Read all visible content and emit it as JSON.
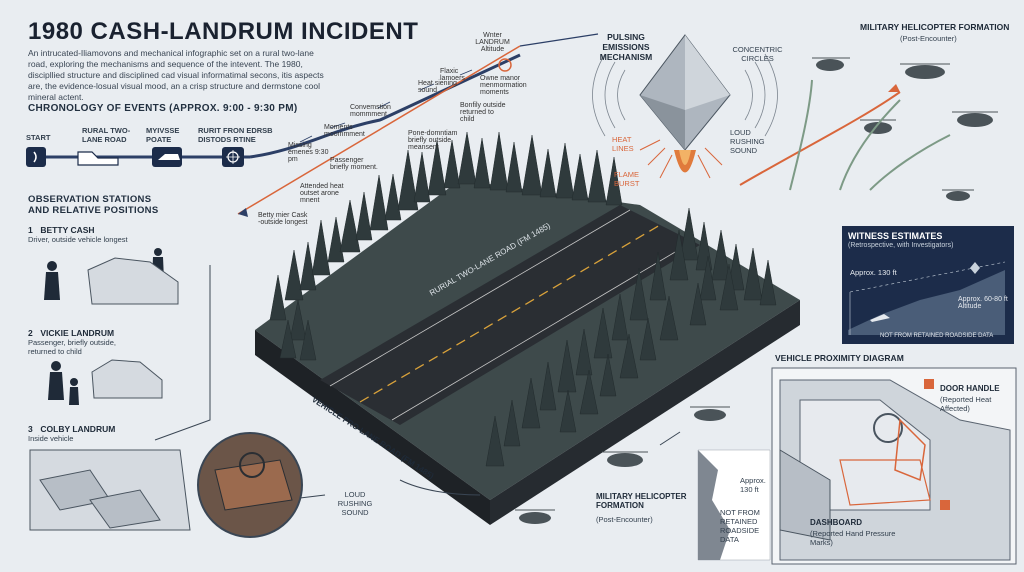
{
  "title": "1980 CASH-LANDRUM INCIDENT",
  "intro": "An intrucated-Iliamovons and mechanical infographic set on a rural two-lane road, exploring the mechanisms and sequence of the intevent. The 1980, discipllied structure and disciplined cad visual informatimal secons, itis aspects are, the evidence-losual visual mood, an a crisp structure and dermstone cool mineral actent.",
  "chronology": {
    "heading": "CHRONOLOGY OF EVENTS (APPROX. 9:00 - 9:30 PM)",
    "stations": [
      "START",
      "RURAL TWO-LANE ROAD",
      "MYIVSSE POATE",
      "RURIT FRON EDRSB DISTODS RTINE"
    ]
  },
  "timeline_labels": {
    "winter": "Wnter LANDRUM Altitude",
    "flaxic": "Flaxic lamoers",
    "heat": "Heat siening sound",
    "owne": "Owne manor menmormation moments",
    "convrn": "Convemstion mommment",
    "bonfily": "Bonfily outside returned to child",
    "moments": "Moments moommment",
    "pone": "Pone-domntiam briefly outside meansent",
    "missing": "Missing emenes 9:30 pm",
    "passenger": "Passenger briefly moment.",
    "attended": "Attended heat outset arone mnent",
    "betty": "Betty mier Cask -outside longest"
  },
  "object": {
    "pulsing": "PULSING EMISSIONS MECHANISM",
    "concentric": "CONCENTRIC CIRCLES",
    "heat_lines": "HEAT LINES",
    "flame": "FLAME BURST",
    "loud": "LOUD RUSHING SOUND"
  },
  "helicopters_top": {
    "title": "MILITARY HELICOPTER FORMATION",
    "sub": "(Post-Encounter)"
  },
  "helicopters_bottom": {
    "title": "MILITARY HELICOPTER FORMATION",
    "sub": "(Post-Encounter)"
  },
  "observation": {
    "heading": "OBSERVATION STATIONS AND RELATIVE POSITIONS",
    "witnesses": [
      {
        "num": "1",
        "name": "BETTY CASH",
        "desc": "Driver, outside vehicle longest"
      },
      {
        "num": "2",
        "name": "VICKIE LANDRUM",
        "desc": "Passenger, briefly outside, returned to child"
      },
      {
        "num": "3",
        "name": "COLBY LANDRUM",
        "desc": "Inside vehicle"
      }
    ]
  },
  "road": {
    "label_top": "RURIAL TWO-LANE ROAD (FM 1485)",
    "label_front": "VEHICLE PRO-LANE ROAD (FM 1485)"
  },
  "loud_sound": "LOUD RUSHING SOUND",
  "witness_estimates": {
    "title": "WITNESS ESTIMATES",
    "sub": "(Retrospective, with Investigators)",
    "approx1": "Approx. 130 ft",
    "approx2": "Approx. 60-80 ft Altitude",
    "footer": "NOT FROM RETAINED ROADSIDE DATA"
  },
  "proximity": {
    "heading": "VEHICLE PROXIMITY DIAGRAM",
    "door": "DOOR HANDLE",
    "door_sub": "(Reported Heat Affected)",
    "dash": "DASHBOARD",
    "dash_sub": "(Reported Hand Pressure Marks)",
    "approx": "Approx. 130 ft",
    "not_from": "NOT FROM RETAINED ROADSIDE DATA"
  },
  "colors": {
    "bg": "#e9edf1",
    "navy": "#1c2c4a",
    "orange": "#d9663b",
    "forest": "#3d4a4a",
    "road": "#2a2e33"
  }
}
